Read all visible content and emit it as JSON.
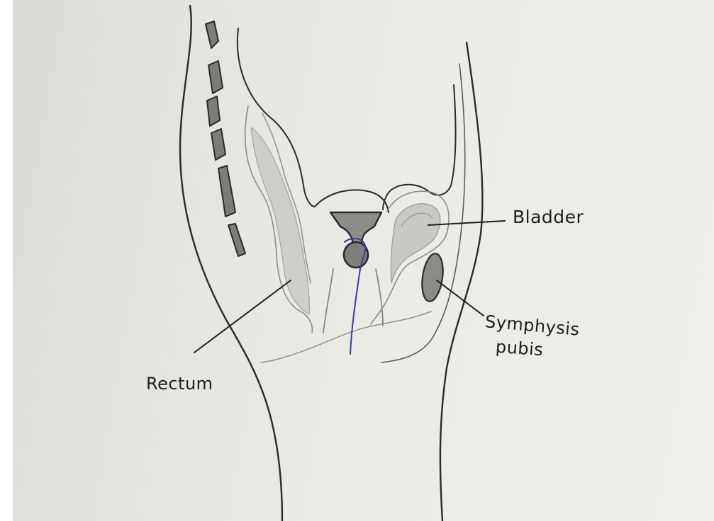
{
  "labels": {
    "bladder": "Bladder",
    "symphysis_line1": "Symphysis",
    "symphysis_line2": "pubis",
    "rectum": "Rectum"
  },
  "colors": {
    "paper": "#ecebe6",
    "ink": "#1e1e1e",
    "pencil_fill": "#8a8a88",
    "tissue_fill": "#c9c8c2",
    "blue_thread": "#3a3f9a"
  }
}
